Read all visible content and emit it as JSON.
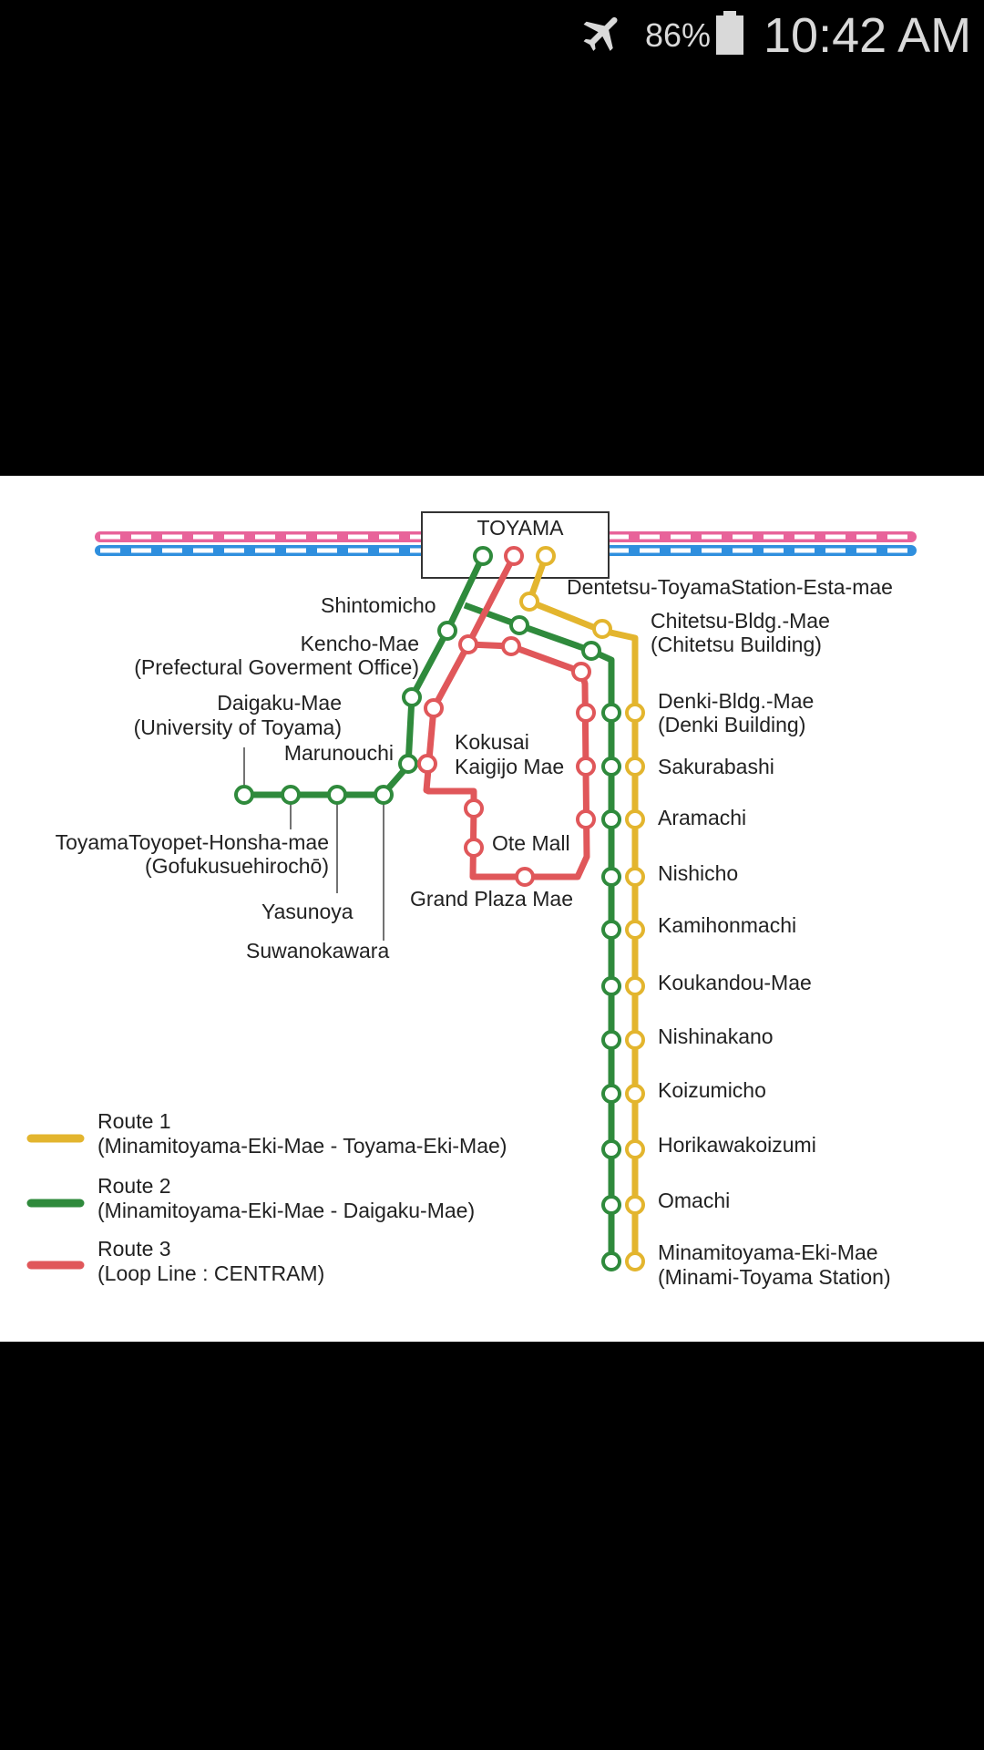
{
  "status_bar": {
    "battery_percent": "86%",
    "time": "10:42 AM",
    "icons": [
      "airplane-mode-icon",
      "battery-icon"
    ]
  },
  "map": {
    "hub_label": "TOYAMA",
    "colors": {
      "route1": "#e3b52e",
      "route2": "#2f8a3c",
      "route3": "#e0575a",
      "jr_pink": "#e8639a",
      "jr_blue": "#2f8fde"
    },
    "stations": {
      "dentetsu": "Dentetsu-ToyamaStation-Esta-mae",
      "shintomicho": "Shintomicho",
      "kencho_1": "Kencho-Mae",
      "kencho_2": "(Prefectural Goverment Office)",
      "daigaku_1": "Daigaku-Mae",
      "daigaku_2": "(University of Toyama)",
      "marunouchi": "Marunouchi",
      "kokusai_1": "Kokusai",
      "kokusai_2": "Kaigijo Mae",
      "ote": "Ote Mall",
      "grand": "Grand Plaza Mae",
      "toyopet_1": "ToyamaToyopet-Honsha-mae",
      "toyopet_2": "(Gofukusuehirochō)",
      "yasunoya": "Yasunoya",
      "suwanokawara": "Suwanokawara",
      "chitetsu_1": "Chitetsu-Bldg.-Mae",
      "chitetsu_2": "(Chitetsu Building)",
      "denki_1": "Denki-Bldg.-Mae",
      "denki_2": "(Denki Building)",
      "sakurabashi": "Sakurabashi",
      "aramachi": "Aramachi",
      "nishicho": "Nishicho",
      "kamihonmachi": "Kamihonmachi",
      "koukandou": "Koukandou-Mae",
      "nishinakano": "Nishinakano",
      "koizumicho": "Koizumicho",
      "horikawakoizumi": "Horikawakoizumi",
      "omachi": "Omachi",
      "minami_1": "Minamitoyama-Eki-Mae",
      "minami_2": "(Minami-Toyama Station)"
    },
    "legend": [
      {
        "name": "Route 1",
        "desc": "(Minamitoyama-Eki-Mae - Toyama-Eki-Mae)"
      },
      {
        "name": "Route 2",
        "desc": "(Minamitoyama-Eki-Mae - Daigaku-Mae)"
      },
      {
        "name": "Route 3",
        "desc": "(Loop Line : CENTRAM)"
      }
    ]
  }
}
